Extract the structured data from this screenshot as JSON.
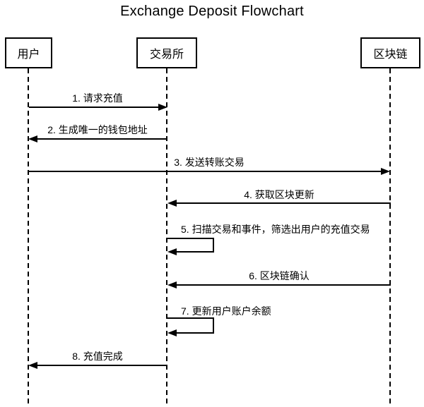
{
  "title": "Exchange Deposit Flowchart",
  "actors": [
    {
      "id": "user",
      "label": "用户"
    },
    {
      "id": "exchange",
      "label": "交易所"
    },
    {
      "id": "blockchain",
      "label": "区块链"
    }
  ],
  "messages": [
    {
      "label": "1. 请求充值",
      "from": "用户",
      "to": "交易所",
      "direction": "right"
    },
    {
      "label": "2. 生成唯一的钱包地址",
      "from": "交易所",
      "to": "用户",
      "direction": "left"
    },
    {
      "label": "3. 发送转账交易",
      "from": "用户",
      "to": "区块链",
      "direction": "right"
    },
    {
      "label": "4. 获取区块更新",
      "from": "区块链",
      "to": "交易所",
      "direction": "left"
    },
    {
      "label": "5. 扫描交易和事件，筛选出用户的充值交易",
      "from": "交易所",
      "to": "交易所",
      "direction": "self"
    },
    {
      "label": "6. 区块链确认",
      "from": "区块链",
      "to": "交易所",
      "direction": "left"
    },
    {
      "label": "7. 更新用户账户余额",
      "from": "交易所",
      "to": "交易所",
      "direction": "self"
    },
    {
      "label": "8. 充值完成",
      "from": "交易所",
      "to": "用户",
      "direction": "left"
    }
  ],
  "colors": {
    "line": "#000000",
    "text": "#000000",
    "background": "#ffffff"
  }
}
